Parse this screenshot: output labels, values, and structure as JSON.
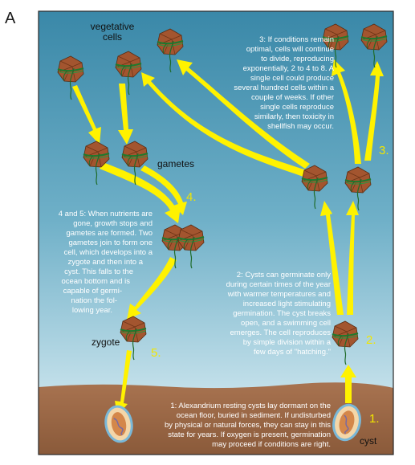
{
  "panel_letter": "A",
  "labels": {
    "vegetative_cells": [
      "vegetative",
      "cells"
    ],
    "gametes": "gametes",
    "zygote": "zygote",
    "cyst": "cyst"
  },
  "step_numbers": {
    "one": "1.",
    "two": "2.",
    "three": "3.",
    "four": "4.",
    "five": "5."
  },
  "notes": {
    "step1": [
      "1: Alexandrium resting cysts lay dormant on the",
      "ocean floor, buried in sediment. If undisturbed",
      "by physical or natural forces, they can stay in this",
      "state for years. If oxygen is present, germination",
      "may proceed if conditions are right."
    ],
    "step2": [
      "2: Cysts can germinate only",
      "during certain times of the year",
      "with warmer temperatures and",
      "increased light stimulating",
      "germination. The cyst breaks",
      "open, and a swimming cell",
      "emerges. The cell reproduces",
      "by simple division within a",
      "few days of \"hatching.\""
    ],
    "step3": [
      "3: If conditions remain",
      "optimal, cells will continue",
      "to divide, reproducing",
      "exponentially, 2 to 4 to 8. A",
      "single cell could produce",
      "several hundred cells within a",
      "couple of weeks. If other",
      "single cells reproduce",
      "similarly, then toxicity in",
      "shellfish may occur."
    ],
    "step45": [
      "4 and 5: When nutrients are",
      "gone, growth stops and",
      "gametes are formed. Two",
      "gametes join to form one",
      "cell, which develops into a",
      "zygote and then into a",
      "cyst. This falls to the",
      "ocean bottom and is",
      "capable of germi-",
      "nation the fol-",
      "lowing year."
    ]
  },
  "colors": {
    "water_top": "#3f8fae",
    "water_bottom": "#b9dbe6",
    "sediment": "#9c6b48",
    "arrow": "#fff200",
    "cell_body": "#a0522d",
    "cell_plates": "#2e7d32",
    "step_number": "#f2e600"
  }
}
